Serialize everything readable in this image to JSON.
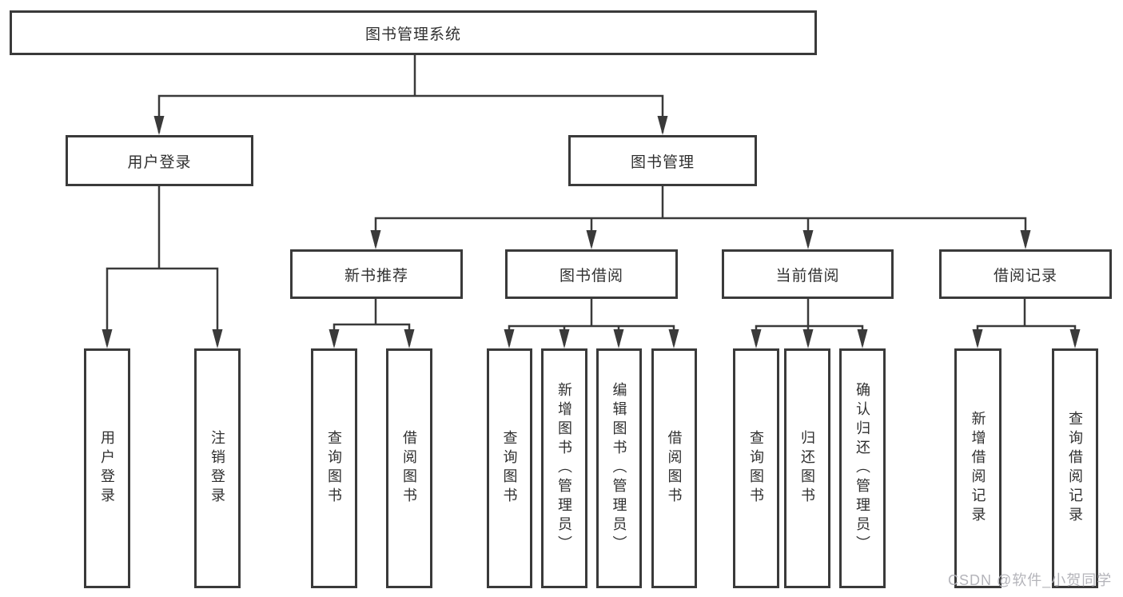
{
  "diagram": {
    "root_label": "图书管理系统",
    "level2": [
      "用户登录",
      "图书管理"
    ],
    "level3": [
      "新书推荐",
      "图书借阅",
      "当前借阅",
      "借阅记录"
    ],
    "leaves_user_login": [
      "用户登录",
      "注销登录"
    ],
    "leaves_new_book": [
      "查询图书",
      "借阅图书"
    ],
    "leaves_book_borrow": [
      "查询图书",
      "新增图书（管理员）",
      "编辑图书（管理员）",
      "借阅图书"
    ],
    "leaves_current_borrow": [
      "查询图书",
      "归还图书",
      "确认归还（管理员）"
    ],
    "leaves_borrow_records": [
      "新增借阅记录",
      "查询借阅记录"
    ]
  },
  "watermark": "CSDN @软件_小贺同学",
  "colors": {
    "line": "#3a3a3a",
    "text": "#303030",
    "watermark": "#b4b4ba"
  }
}
